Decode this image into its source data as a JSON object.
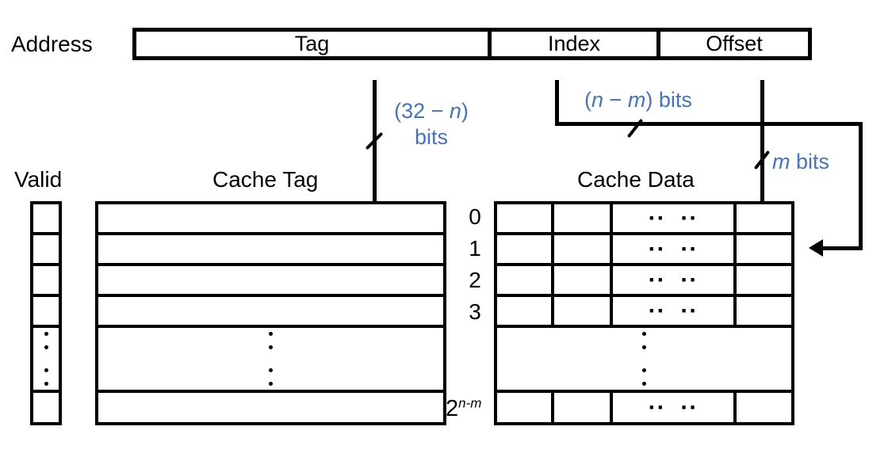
{
  "colors": {
    "accent_blue": "#4472C4",
    "line_black": "#000000",
    "background": "#ffffff"
  },
  "address": {
    "label": "Address",
    "fields": [
      {
        "label": "Tag"
      },
      {
        "label": "Index"
      },
      {
        "label": "Offset"
      }
    ]
  },
  "bit_widths": {
    "tag": {
      "pre": "(32 − ",
      "var": "n",
      "post": ")",
      "unit": "bits"
    },
    "index": {
      "pre": "(",
      "var1": "n",
      "mid": " − ",
      "var2": "m",
      "post": ")",
      "unit": " bits"
    },
    "offset": {
      "var": "m",
      "unit": " bits"
    }
  },
  "cache": {
    "valid_label": "Valid",
    "tag_label": "Cache Tag",
    "data_label": "Cache Data",
    "row_indices": [
      "0",
      "1",
      "2",
      "3"
    ],
    "last_row_index": {
      "base": "2",
      "exp": "n-m"
    }
  },
  "glyphs": {
    "h_dots": "··  ··"
  }
}
